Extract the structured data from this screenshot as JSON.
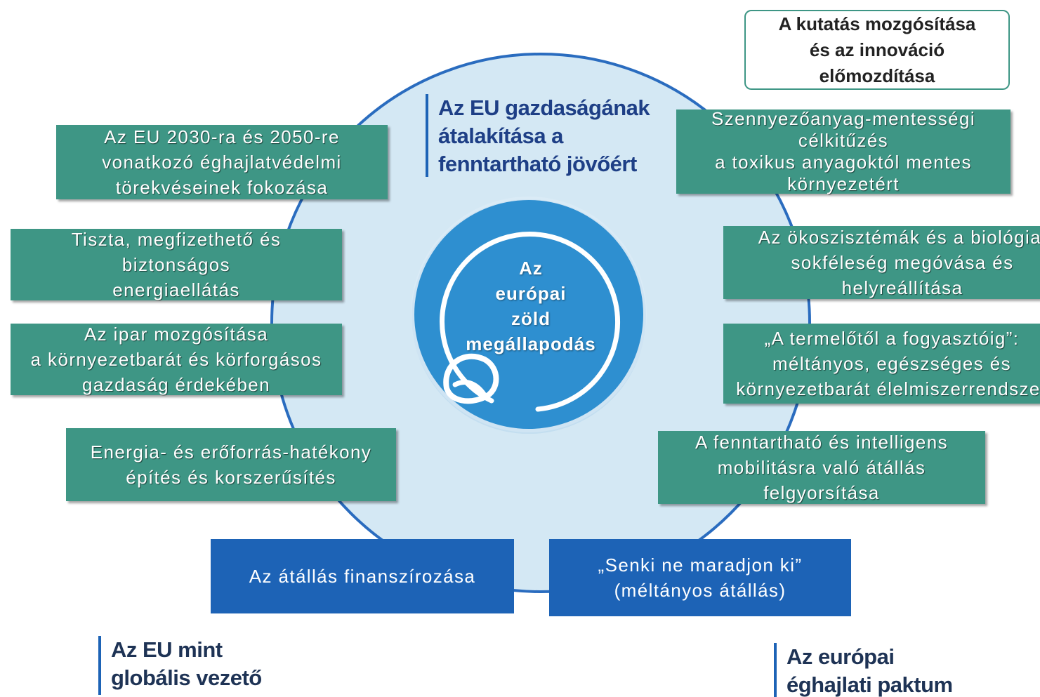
{
  "colors": {
    "green_box": "#3e9685",
    "blue_box": "#1d63b6",
    "outer_circle": "#d4e8f4",
    "outer_ring": "#2a6cbf",
    "inner_circle": "#2e8fd0",
    "title_text": "#1e3f86"
  },
  "top_right_box": [
    "A kutatás mozgósítása",
    "és az innováció",
    "előmozdítása"
  ],
  "center_title": [
    "Az EU gazdaságának",
    "átalakítása a",
    "fenntartható jövőért"
  ],
  "center_label": [
    "Az",
    "európai",
    "zöld",
    "megállapodás"
  ],
  "center_icon": "leaf-icon",
  "left_boxes": [
    [
      "Az EU 2030-ra és 2050-re",
      "vonatkozó éghajlatvédelmi",
      "törekvéseinek fokozása"
    ],
    [
      "Tiszta, megfizethető és",
      "biztonságos",
      "energiaellátás"
    ],
    [
      "Az ipar mozgósítása",
      "a környezetbarát és körforgásos",
      "gazdaság érdekében"
    ],
    [
      "Energia- és erőforrás-hatékony",
      "építés és korszerűsítés"
    ]
  ],
  "right_boxes": [
    [
      "Szennyezőanyag-mentességi",
      "célkitűzés",
      "a toxikus anyagoktól mentes",
      "környezetért"
    ],
    [
      "Az ökoszisztémák és a biológiai",
      "sokféleség megóvása és",
      "helyreállítása"
    ],
    [
      "„A termelőtől a fogyasztóig”:",
      "méltányos, egészséges és",
      "környezetbarát élelmiszerrendszer"
    ],
    [
      "A fenntartható és intelligens",
      "mobilitásra való átállás",
      "felgyorsítása"
    ]
  ],
  "bottom_boxes": [
    [
      "Az átállás finanszírozása"
    ],
    [
      "„Senki ne maradjon ki”",
      "(méltányos átállás)"
    ]
  ],
  "bottom_left_title": [
    "Az EU mint",
    "globális vezető"
  ],
  "bottom_right_title": [
    "Az európai",
    "éghajlati paktum"
  ]
}
